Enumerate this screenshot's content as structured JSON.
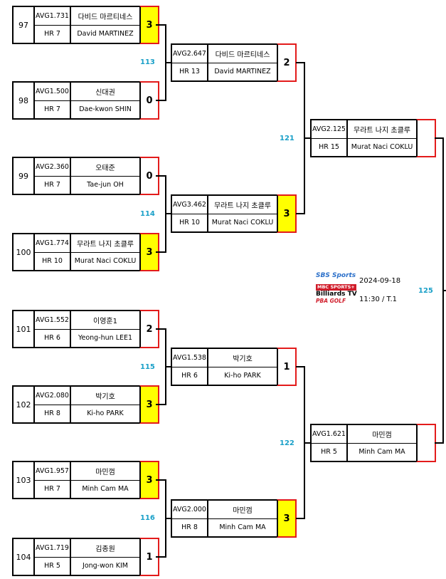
{
  "matches_r1": [
    {
      "id": "r1m1",
      "top": {
        "seed": "97",
        "avg": "AVG1.731",
        "hr": "HR 7",
        "name_kr": "다비드 마르티네스",
        "name_en": "David MARTINEZ",
        "score": "3",
        "win": true
      },
      "bot": {
        "seed": "98",
        "avg": "AVG1.500",
        "hr": "HR 7",
        "name_kr": "신대권",
        "name_en": "Dae-kwon SHIN",
        "score": "0",
        "win": false
      }
    },
    {
      "id": "r1m2",
      "top": {
        "seed": "99",
        "avg": "AVG2.360",
        "hr": "HR 7",
        "name_kr": "오태준",
        "name_en": "Tae-jun OH",
        "score": "0",
        "win": false
      },
      "bot": {
        "seed": "100",
        "avg": "AVG1.774",
        "hr": "HR 10",
        "name_kr": "무라트 나지 초클루",
        "name_en": "Murat Naci COKLU",
        "score": "3",
        "win": true
      }
    },
    {
      "id": "r1m3",
      "top": {
        "seed": "101",
        "avg": "AVG1.552",
        "hr": "HR 6",
        "name_kr": "이영훈1",
        "name_en": "Yeong-hun LEE1",
        "score": "2",
        "win": false
      },
      "bot": {
        "seed": "102",
        "avg": "AVG2.080",
        "hr": "HR 8",
        "name_kr": "박기호",
        "name_en": "Ki-ho PARK",
        "score": "3",
        "win": true
      }
    },
    {
      "id": "r1m4",
      "top": {
        "seed": "103",
        "avg": "AVG1.957",
        "hr": "HR 7",
        "name_kr": "마민껌",
        "name_en": "Minh Cam MA",
        "score": "3",
        "win": true
      },
      "bot": {
        "seed": "104",
        "avg": "AVG1.719",
        "hr": "HR 5",
        "name_kr": "김종원",
        "name_en": "Jong-won KIM",
        "score": "1",
        "win": false
      }
    }
  ],
  "r2": [
    {
      "avg": "AVG2.647",
      "hr": "HR 13",
      "name_kr": "다비드 마르티네스",
      "name_en": "David MARTINEZ",
      "score": "2",
      "win": false
    },
    {
      "avg": "AVG3.462",
      "hr": "HR 10",
      "name_kr": "무라트 나지 초클루",
      "name_en": "Murat Naci COKLU",
      "score": "3",
      "win": true
    },
    {
      "avg": "AVG1.538",
      "hr": "HR 6",
      "name_kr": "박기호",
      "name_en": "Ki-ho PARK",
      "score": "1",
      "win": false
    },
    {
      "avg": "AVG2.000",
      "hr": "HR 8",
      "name_kr": "마민껌",
      "name_en": "Minh Cam MA",
      "score": "3",
      "win": true
    }
  ],
  "r3": [
    {
      "avg": "AVG2.125",
      "hr": "HR 15",
      "name_kr": "무라트 나지 초클루",
      "name_en": "Murat Naci COKLU",
      "score": "",
      "win": false
    },
    {
      "avg": "AVG1.621",
      "hr": "HR 5",
      "name_kr": "마민껌",
      "name_en": "Minh Cam MA",
      "score": "",
      "win": false
    }
  ],
  "match_numbers": {
    "m113": "113",
    "m114": "114",
    "m115": "115",
    "m116": "116",
    "m121": "121",
    "m122": "122",
    "m125": "125"
  },
  "sponsors": {
    "sbs": "SBS Sports",
    "mbc": "MBC SPORTS+",
    "billiards": "Billiards TV",
    "pba": "PBA GOLF"
  },
  "schedule": {
    "date": "2024-09-18",
    "time": "11:30 / T.1"
  },
  "colors": {
    "winner_fill": "#ffff00",
    "score_border": "#e31b1b",
    "match_number": "#1aa0c8"
  }
}
